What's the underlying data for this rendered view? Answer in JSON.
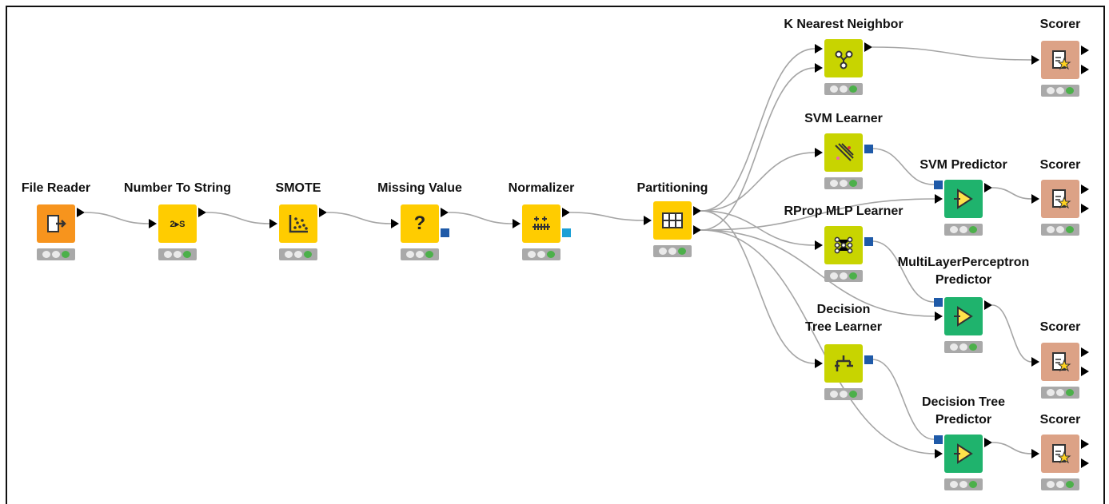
{
  "colors": {
    "reader": "#f7941d",
    "manipulator": "#ffcc00",
    "learner": "#c8d400",
    "predictor": "#1fb36d",
    "scorer": "#dca286",
    "wire": "#a5a5a5",
    "model_port": "#1f5aa8",
    "normalizer_port": "#1ca0d6",
    "status_ok": "#4cb04a"
  },
  "nodes": [
    {
      "id": "file-reader",
      "label": "File Reader",
      "type": "reader",
      "icon": "file-reader-icon"
    },
    {
      "id": "number-to-string",
      "label": "Number To String",
      "type": "manipulator",
      "icon": "number-to-string-icon",
      "icon_text": "2▸S"
    },
    {
      "id": "smote",
      "label": "SMOTE",
      "type": "manipulator",
      "icon": "scatter-dots-icon"
    },
    {
      "id": "missing-value",
      "label": "Missing Value",
      "type": "manipulator",
      "icon": "question-mark-icon",
      "icon_text": "?"
    },
    {
      "id": "normalizer",
      "label": "Normalizer",
      "type": "manipulator",
      "icon": "normalize-icon"
    },
    {
      "id": "partitioning",
      "label": "Partitioning",
      "type": "manipulator",
      "icon": "partition-grid-icon"
    },
    {
      "id": "knn",
      "label": "K Nearest Neighbor",
      "type": "learner",
      "icon": "neighbor-graph-icon"
    },
    {
      "id": "svm-learner",
      "label": "SVM Learner",
      "type": "learner",
      "icon": "svm-lines-icon"
    },
    {
      "id": "rprop-mlp-learner",
      "label": "RProp MLP Learner",
      "type": "learner",
      "icon": "neural-net-icon"
    },
    {
      "id": "decision-tree-learner",
      "label": "Decision\nTree Learner",
      "type": "learner",
      "icon": "tree-learner-icon"
    },
    {
      "id": "svm-predictor",
      "label": "SVM Predictor",
      "type": "predictor",
      "icon": "predictor-triangle-icon"
    },
    {
      "id": "mlp-predictor",
      "label": "MultiLayerPerceptron\nPredictor",
      "type": "predictor",
      "icon": "predictor-triangle-icon"
    },
    {
      "id": "decision-tree-predictor",
      "label": "Decision Tree\nPredictor",
      "type": "predictor",
      "icon": "predictor-triangle-icon"
    },
    {
      "id": "scorer-knn",
      "label": "Scorer",
      "type": "scorer",
      "icon": "scorer-icon"
    },
    {
      "id": "scorer-svm",
      "label": "Scorer",
      "type": "scorer",
      "icon": "scorer-icon"
    },
    {
      "id": "scorer-mlp",
      "label": "Scorer",
      "type": "scorer",
      "icon": "scorer-icon"
    },
    {
      "id": "scorer-dt",
      "label": "Scorer",
      "type": "scorer",
      "icon": "scorer-icon"
    }
  ],
  "connections": [
    [
      "file-reader",
      "number-to-string"
    ],
    [
      "number-to-string",
      "smote"
    ],
    [
      "smote",
      "missing-value"
    ],
    [
      "missing-value",
      "normalizer"
    ],
    [
      "normalizer",
      "partitioning"
    ],
    [
      "partitioning",
      "knn"
    ],
    [
      "partitioning",
      "knn"
    ],
    [
      "partitioning",
      "svm-learner"
    ],
    [
      "partitioning",
      "rprop-mlp-learner"
    ],
    [
      "partitioning",
      "decision-tree-learner"
    ],
    [
      "partitioning",
      "svm-predictor"
    ],
    [
      "partitioning",
      "mlp-predictor"
    ],
    [
      "partitioning",
      "decision-tree-predictor"
    ],
    [
      "svm-learner",
      "svm-predictor"
    ],
    [
      "rprop-mlp-learner",
      "mlp-predictor"
    ],
    [
      "decision-tree-learner",
      "decision-tree-predictor"
    ],
    [
      "knn",
      "scorer-knn"
    ],
    [
      "svm-predictor",
      "scorer-svm"
    ],
    [
      "mlp-predictor",
      "scorer-mlp"
    ],
    [
      "decision-tree-predictor",
      "scorer-dt"
    ]
  ]
}
